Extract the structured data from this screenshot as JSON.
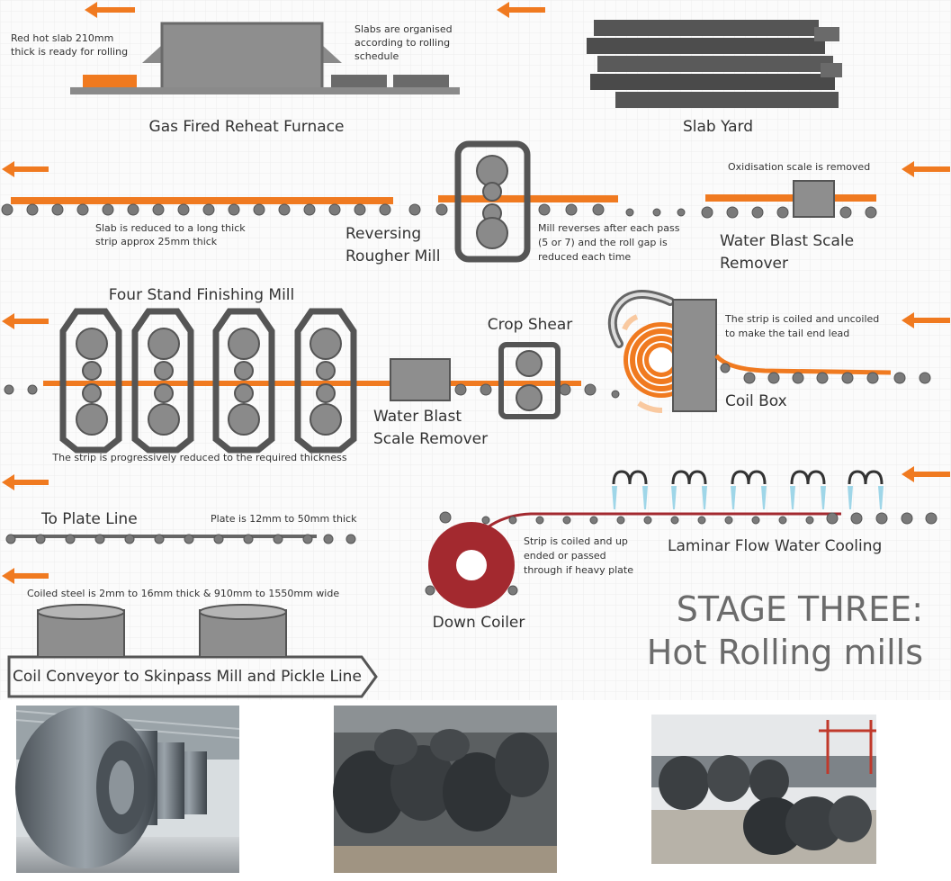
{
  "colors": {
    "orange": "#f07a20",
    "dark_gray": "#555555",
    "mid_gray": "#8a8a8a",
    "coil_red": "#a3292f",
    "water": "#9fd6e8",
    "background_grid": "#eeeeee"
  },
  "row1": {
    "red_hot_slab_note": [
      "Red hot slab 210mm",
      "thick is ready for rolling"
    ],
    "slabs_organised_note": [
      "Slabs are organised",
      "according to rolling",
      "schedule"
    ],
    "furnace_label": "Gas Fired Reheat Furnace",
    "slab_yard_label": "Slab Yard"
  },
  "row2": {
    "slab_reduced_note": [
      "Slab is reduced to a long thick",
      "strip approx 25mm thick"
    ],
    "rougher_label": [
      "Reversing",
      "Rougher Mill"
    ],
    "mill_reverses_note": [
      "Mill reverses after each pass",
      "(5 or 7) and the roll gap is",
      "reduced each time"
    ],
    "oxidisation_note": "Oxidisation scale is removed",
    "water_blast_label": [
      "Water Blast Scale",
      "Remover"
    ]
  },
  "row3": {
    "finishing_label": "Four Stand Finishing Mill",
    "progressive_note": "The strip is progressively reduced to the required thickness",
    "water_blast_label": [
      "Water Blast",
      "Scale Remover"
    ],
    "crop_shear_label": "Crop Shear",
    "coil_box_label": "Coil Box",
    "coiled_note": [
      "The strip is coiled and uncoiled",
      "to make the tail end lead"
    ]
  },
  "row4": {
    "plate_line_label": "To Plate Line",
    "plate_note": "Plate is 12mm to 50mm thick",
    "coiled_steel_note": "Coiled steel is 2mm to 16mm thick & 910mm to 1550mm wide",
    "conveyor_label": "Coil Conveyor to Skinpass Mill and Pickle Line",
    "laminar_label": "Laminar Flow Water Cooling",
    "down_coiler_label": "Down Coiler",
    "strip_coiled_note": [
      "Strip is coiled and up",
      "ended or passed",
      "through if heavy plate"
    ]
  },
  "stage_title": [
    "STAGE THREE:",
    "Hot Rolling mills"
  ]
}
